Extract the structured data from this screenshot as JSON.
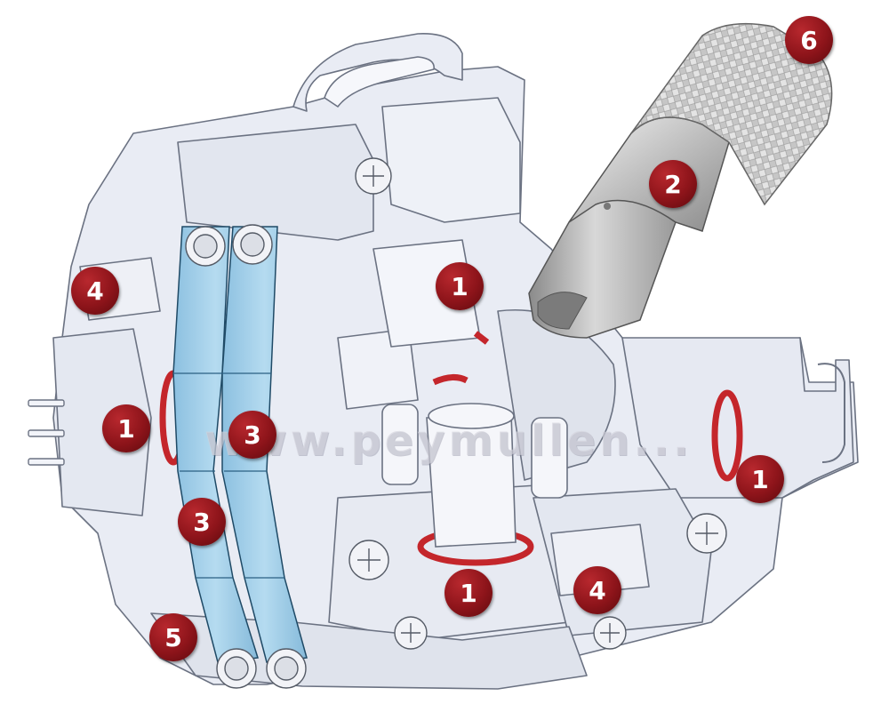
{
  "diagram": {
    "watermark": "www.peymullen...",
    "colors": {
      "body": "#e9ecf4",
      "outline": "#6b7282",
      "contact_strip": "#9fcbe6",
      "bearing_ring": "#c4262b",
      "callout": "#8d141a",
      "knob": "#c9c9c9"
    },
    "callouts": [
      {
        "id": "c6",
        "label": "6"
      },
      {
        "id": "c2",
        "label": "2"
      },
      {
        "id": "c4a",
        "label": "4"
      },
      {
        "id": "c1a",
        "label": "1"
      },
      {
        "id": "c1b",
        "label": "1"
      },
      {
        "id": "c3a",
        "label": "3"
      },
      {
        "id": "c1c",
        "label": "1"
      },
      {
        "id": "c3b",
        "label": "3"
      },
      {
        "id": "c1d",
        "label": "1"
      },
      {
        "id": "c4b",
        "label": "4"
      },
      {
        "id": "c5",
        "label": "5"
      }
    ]
  }
}
